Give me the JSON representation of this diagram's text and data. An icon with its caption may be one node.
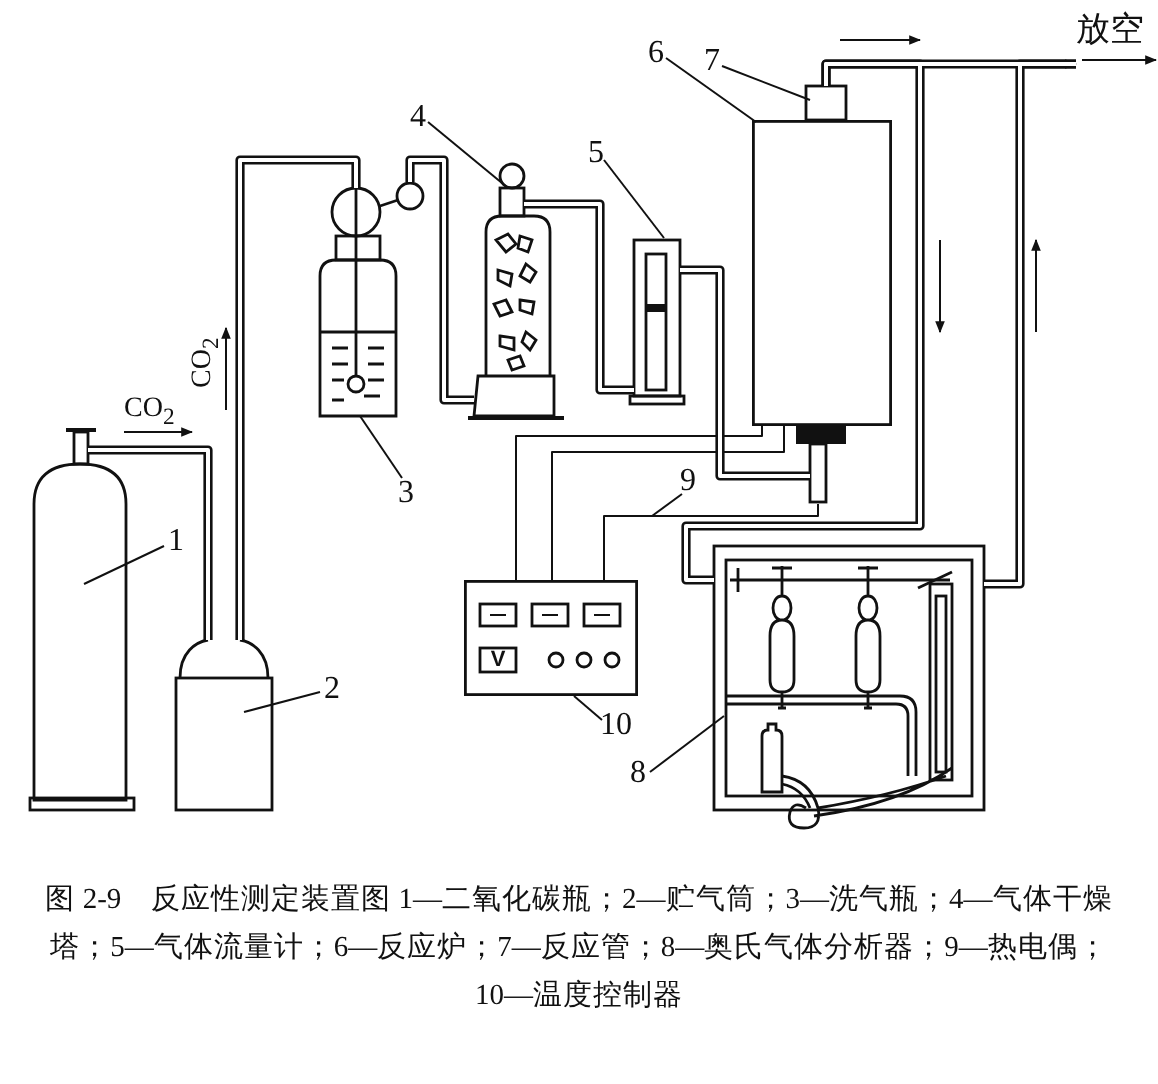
{
  "diagram": {
    "caption": "图 2-9　反应性测定装置图 1—二氧化碳瓶；2—贮气筒；3—洗气瓶；4—气体干燥塔；5—气体流量计；6—反应炉；7—反应管；8—奥氏气体分析器；9—热电偶；10—温度控制器",
    "nodes": [
      {
        "text": [],
        "shape": "cylinder"
      },
      {
        "text": [],
        "shape": "cylinder"
      },
      {
        "text": [],
        "shape": "picture"
      },
      {
        "text": [],
        "shape": "picture"
      },
      {
        "text": [],
        "shape": "picture"
      },
      {
        "text": [],
        "shape": "box"
      },
      {
        "text": [],
        "shape": "picture"
      },
      {
        "text": [],
        "shape": "picture"
      },
      {
        "text": [],
        "shape": "picture"
      },
      {
        "text": [
          "放空"
        ]
      },
      {
        "text": [
          "1"
        ]
      },
      {
        "text": [
          "2"
        ]
      },
      {
        "text": [
          "3"
        ]
      },
      {
        "text": [
          "4"
        ]
      },
      {
        "text": [
          "5"
        ]
      },
      {
        "text": [
          "6"
        ]
      },
      {
        "text": [
          "7"
        ]
      },
      {
        "text": [
          "8"
        ]
      },
      {
        "text": [
          "9"
        ]
      },
      {
        "text": [
          "10"
        ]
      }
    ],
    "edges": [
      {
        "from": 0,
        "to": 1,
        "arrow": "none",
        "style": "thick"
      },
      {
        "from": 1,
        "to": 2,
        "arrow": "none",
        "style": "thick"
      },
      {
        "from": 2,
        "to": 3,
        "arrow": "none",
        "style": "thick"
      },
      {
        "from": 3,
        "to": 4,
        "arrow": "none",
        "style": "thick"
      },
      {
        "from": 4,
        "to": 6,
        "arrow": "none",
        "style": "thick"
      },
      {
        "from": 6,
        "to": 9,
        "arrow": "to",
        "style": "thick"
      },
      {
        "from": 6,
        "to": 7,
        "arrow": "none",
        "style": "thick"
      },
      {
        "from": 7,
        "to": 9,
        "arrow": "none",
        "style": "thick"
      },
      {
        "from": 8,
        "to": 5,
        "arrow": "none"
      },
      {
        "from": 8,
        "to": 5,
        "arrow": "none"
      },
      {
        "from": 8,
        "to": 6,
        "arrow": "none"
      },
      {
        "from": 10,
        "to": 0,
        "arrow": "none"
      },
      {
        "from": 11,
        "to": 1,
        "arrow": "none"
      },
      {
        "from": 12,
        "to": 2,
        "arrow": "none"
      },
      {
        "from": 13,
        "to": 3,
        "arrow": "none"
      },
      {
        "from": 14,
        "to": 4,
        "arrow": "none"
      },
      {
        "from": 15,
        "to": 5,
        "arrow": "none"
      },
      {
        "from": 16,
        "to": 6,
        "arrow": "none"
      },
      {
        "from": 17,
        "to": 7,
        "arrow": "none"
      },
      {
        "from": 18,
        "to": null,
        "arrow": "none"
      },
      {
        "from": 19,
        "to": 8,
        "arrow": "none"
      }
    ],
    "labels": [
      "CO$_{2}$",
      "CO$_{2}$",
      "V"
    ]
  }
}
